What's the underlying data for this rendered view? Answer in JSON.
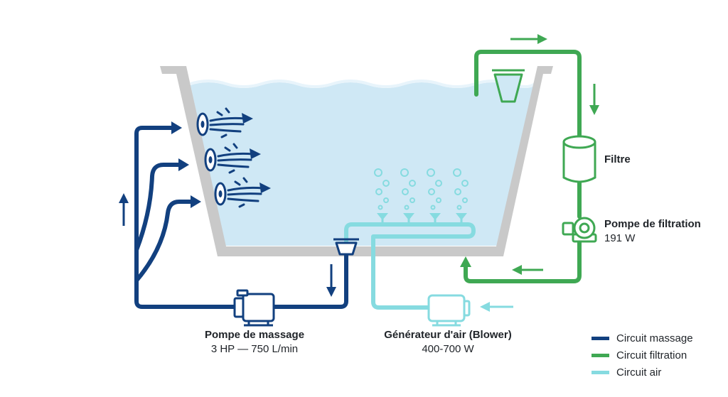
{
  "colors": {
    "massage": "#12407f",
    "filtration": "#3fa853",
    "air": "#86dbe0",
    "water": "#cfe8f5",
    "basin": "#c9c9c9"
  },
  "labels": {
    "filter": "Filtre",
    "filtration_pump": {
      "title": "Pompe de filtration",
      "spec": "191 W"
    },
    "massage_pump": {
      "title": "Pompe de massage",
      "spec": "3 HP — 750 L/min"
    },
    "blower": {
      "title": "Générateur d'air (Blower)",
      "spec": "400-700 W"
    }
  },
  "legend": [
    {
      "label": "Circuit massage",
      "color_key": "massage"
    },
    {
      "label": "Circuit filtration",
      "color_key": "filtration"
    },
    {
      "label": "Circuit air",
      "color_key": "air"
    }
  ],
  "icons": {
    "jets": "water-jet-icon",
    "bubbles": "air-bubble-icon",
    "skimmer": "skimmer-basket-icon",
    "drain": "bottom-drain-icon",
    "filter": "filter-cartridge-icon",
    "pump": "pump-icon",
    "blower": "air-blower-icon",
    "arrow": "flow-arrow-icon"
  }
}
